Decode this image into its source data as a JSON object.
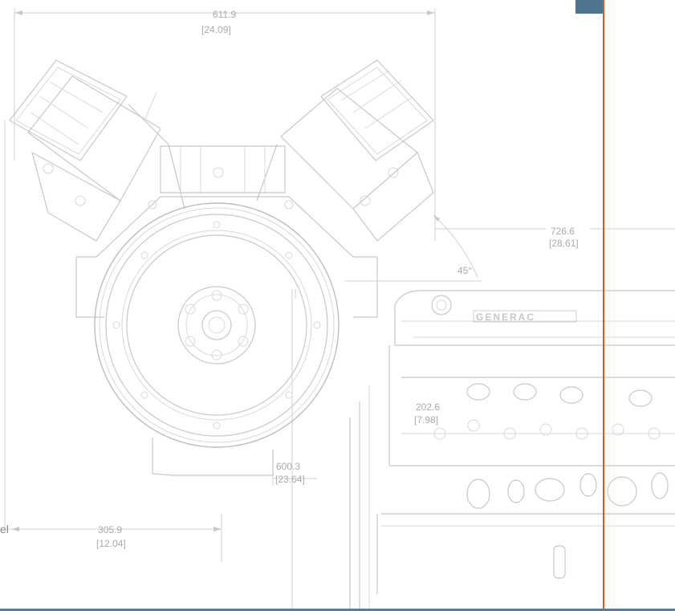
{
  "dimensions": {
    "top_width": "611.9",
    "top_width_in": "[24.09]",
    "side_length": "726.6",
    "side_length_in": "[28.61]",
    "angle": "45°",
    "height": "600.3",
    "height_in": "[23.64]",
    "half_width": "305.9",
    "half_width_in": "[12.04]",
    "deck": "202.6",
    "deck_in": "[7.98]"
  },
  "brand": "GENERAC",
  "edge_label": "el",
  "colors": {
    "accent_line": "#d85c1e",
    "tab": "#4f7490",
    "bottom_bar": "#5f7c92",
    "drawing": "#c8c8c8"
  }
}
